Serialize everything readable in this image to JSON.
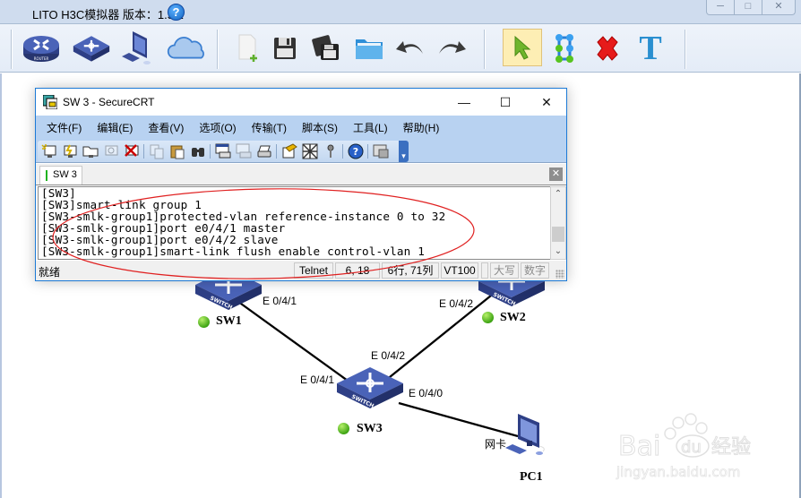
{
  "app": {
    "title": "LITO H3C模拟器 版本：1.5.2",
    "help_badge": "?",
    "window_controls": [
      "minimize",
      "maximize",
      "close"
    ]
  },
  "toolbar": {
    "groups": [
      [
        {
          "icon": "router-icon",
          "label": "ROUTER"
        },
        {
          "icon": "switch-icon",
          "label": "SWITCH"
        },
        {
          "icon": "pc-icon",
          "label": ""
        },
        {
          "icon": "cloud-icon",
          "label": ""
        }
      ],
      [
        {
          "icon": "new-file-icon",
          "label": ""
        },
        {
          "icon": "save-icon",
          "label": ""
        },
        {
          "icon": "save-as-icon",
          "label": ""
        },
        {
          "icon": "open-folder-icon",
          "label": ""
        },
        {
          "icon": "undo-icon",
          "label": ""
        },
        {
          "icon": "redo-icon",
          "label": ""
        }
      ],
      [
        {
          "icon": "select-pointer-icon",
          "label": "",
          "active": true
        },
        {
          "icon": "connect-link-icon",
          "label": ""
        },
        {
          "icon": "delete-icon",
          "label": ""
        },
        {
          "icon": "text-tool-icon",
          "label": "T"
        }
      ]
    ]
  },
  "topology": {
    "nodes": [
      {
        "id": "SW1",
        "label": "SW1",
        "type": "switch",
        "status": "up"
      },
      {
        "id": "SW2",
        "label": "SW2",
        "type": "switch",
        "status": "up"
      },
      {
        "id": "SW3",
        "label": "SW3",
        "type": "switch",
        "status": "up"
      },
      {
        "id": "PC1",
        "label": "PC1",
        "type": "pc"
      }
    ],
    "links": [
      {
        "from": "SW1",
        "from_port": "E 0/4/1",
        "to": "SW3",
        "to_port": "E 0/4/1"
      },
      {
        "from": "SW2",
        "from_port": "E 0/4/2",
        "to": "SW3",
        "to_port": "E 0/4/2"
      },
      {
        "from": "SW3",
        "from_port": "E 0/4/0",
        "to": "PC1",
        "to_port": "网卡"
      }
    ],
    "switch_badge_text": "SWITCH",
    "status_color": "#3fa514"
  },
  "crt": {
    "title": "SW 3 - SecureCRT",
    "controls": {
      "minimize": "—",
      "maximize": "☐",
      "close": "✕"
    },
    "menu": [
      "文件(F)",
      "编辑(E)",
      "查看(V)",
      "选项(O)",
      "传输(T)",
      "脚本(S)",
      "工具(L)",
      "帮助(H)"
    ],
    "toolbar_icons": [
      "connect-icon",
      "quick-connect-icon",
      "connect-in-tab-icon",
      "reconnect-icon",
      "disconnect-icon",
      "copy-icon",
      "paste-icon",
      "find-icon",
      "print-screen-icon",
      "print-selection-icon",
      "print-icon",
      "session-options-icon",
      "global-options-icon",
      "key-icon",
      "help-icon",
      "sftp-icon"
    ],
    "tab": {
      "label": "SW 3",
      "close": "✕"
    },
    "terminal_lines": [
      "[SW3]",
      "[SW3]smart-link group 1",
      "[SW3-smlk-group1]protected-vlan reference-instance 0 to 32",
      "[SW3-smlk-group1]port e0/4/1 master",
      "[SW3-smlk-group1]port e0/4/2 slave",
      "[SW3-smlk-group1]smart-link flush enable control-vlan 1"
    ],
    "status": {
      "ready": "就绪",
      "protocol": "Telnet",
      "cursor": "6,  18",
      "size": "6行, 71列",
      "emulation": "VT100",
      "caps": "大写",
      "num": "数字"
    }
  },
  "annotation": {
    "shape": "ellipse",
    "color": "#e02020"
  },
  "watermark": {
    "brand": "Baidu经验",
    "url": "jingyan.baidu.com"
  }
}
